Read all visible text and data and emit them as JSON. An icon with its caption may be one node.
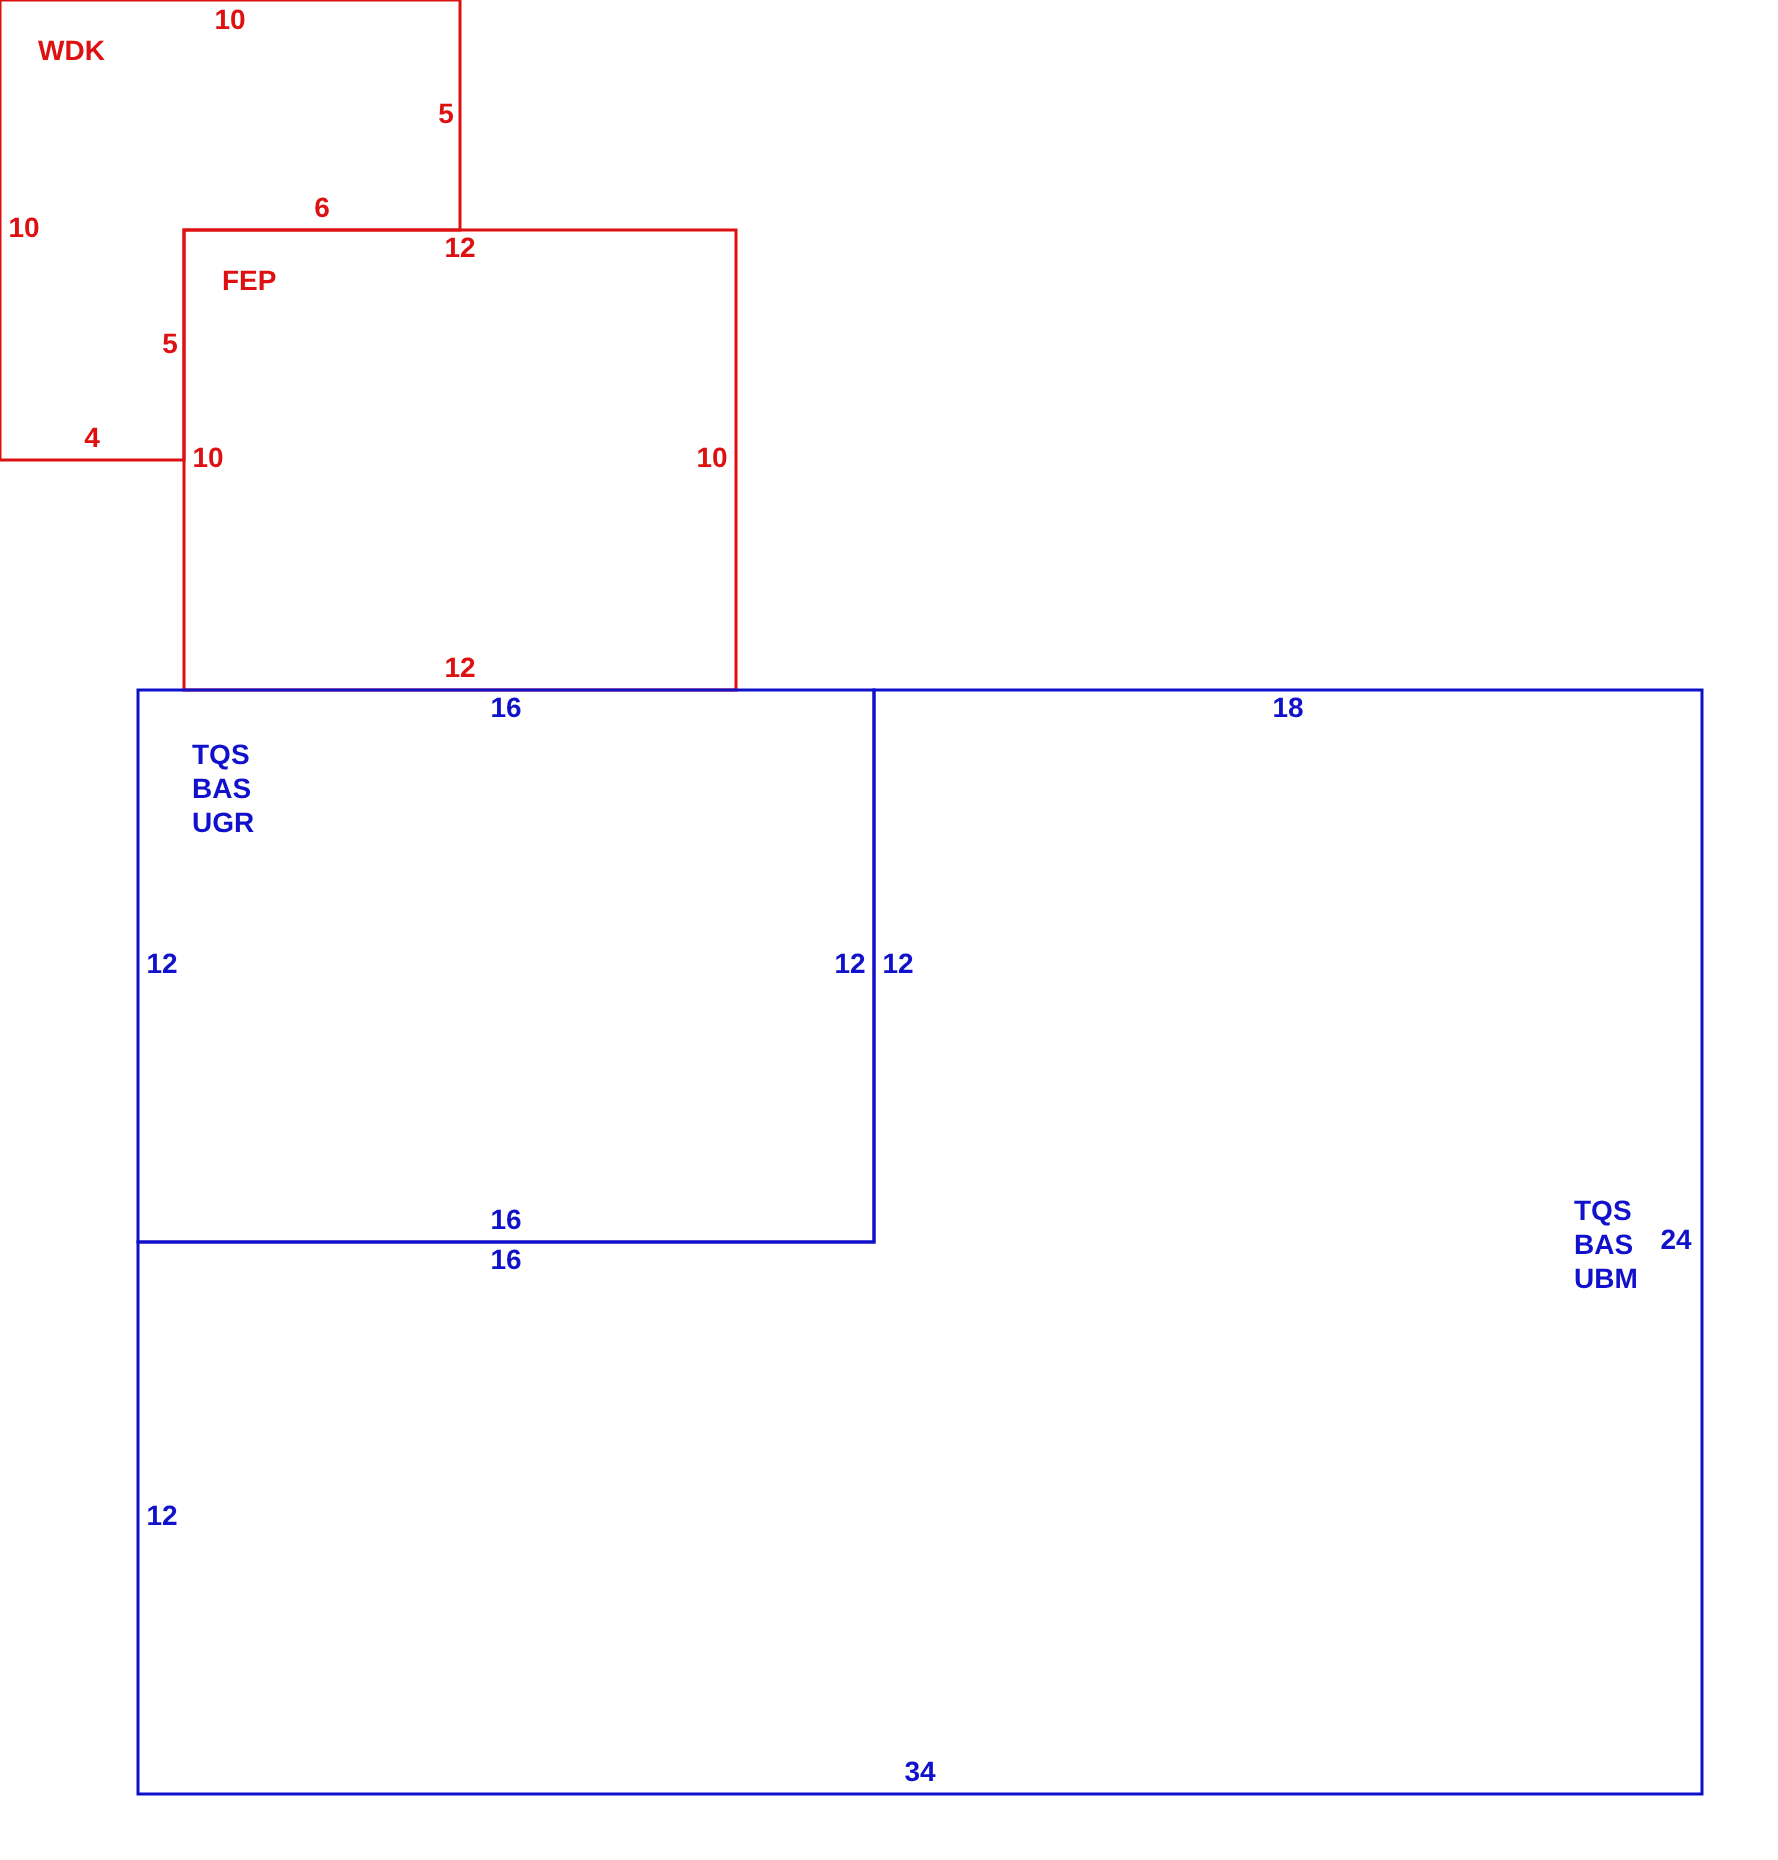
{
  "diagram": {
    "nodes": [
      {
        "text": [
          "10",
          "WDK",
          "5",
          "10",
          "6",
          "5",
          "4"
        ]
      },
      {
        "text": [
          "12",
          "FEP",
          "10",
          "10",
          "12"
        ]
      },
      {
        "text": [
          "16",
          "TQS BAS UGR",
          "12",
          "12",
          "16"
        ]
      },
      {
        "text": [
          "18",
          "12",
          "TQS BAS UBM",
          "24",
          "16",
          "12",
          "34"
        ]
      }
    ]
  }
}
